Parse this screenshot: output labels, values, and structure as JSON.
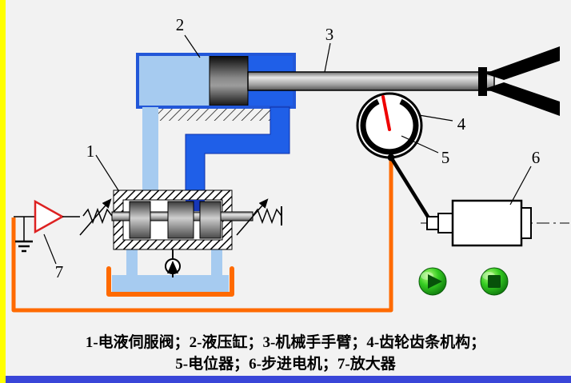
{
  "figure": {
    "labels": {
      "servo_valve": "1",
      "hydraulic_cylinder": "2",
      "manipulator_arm": "3",
      "rack_pinion": "4",
      "potentiometer": "5",
      "stepper_motor": "6",
      "amplifier": "7"
    }
  },
  "caption": {
    "line1": "1-电液伺服阀；2-液压缸；3-机械手手臂；4-齿轮齿条机构；",
    "line2": "5-电位器；6-步进电机；7-放大器"
  },
  "colors": {
    "background": "#f2f2f2",
    "left_border_stripe": "#ffff00",
    "bottom_border_stripe": "#3946d8",
    "pipe_light_blue": "#a6cbf0",
    "pipe_dark_blue": "#1f5fe8",
    "cylinder_border_blue": "#2257d8",
    "feedback_wire_orange": "#ff6a00",
    "needle_red": "#ee0000",
    "amplifier_red": "#dd2222",
    "button_green": "#1ea51e"
  }
}
